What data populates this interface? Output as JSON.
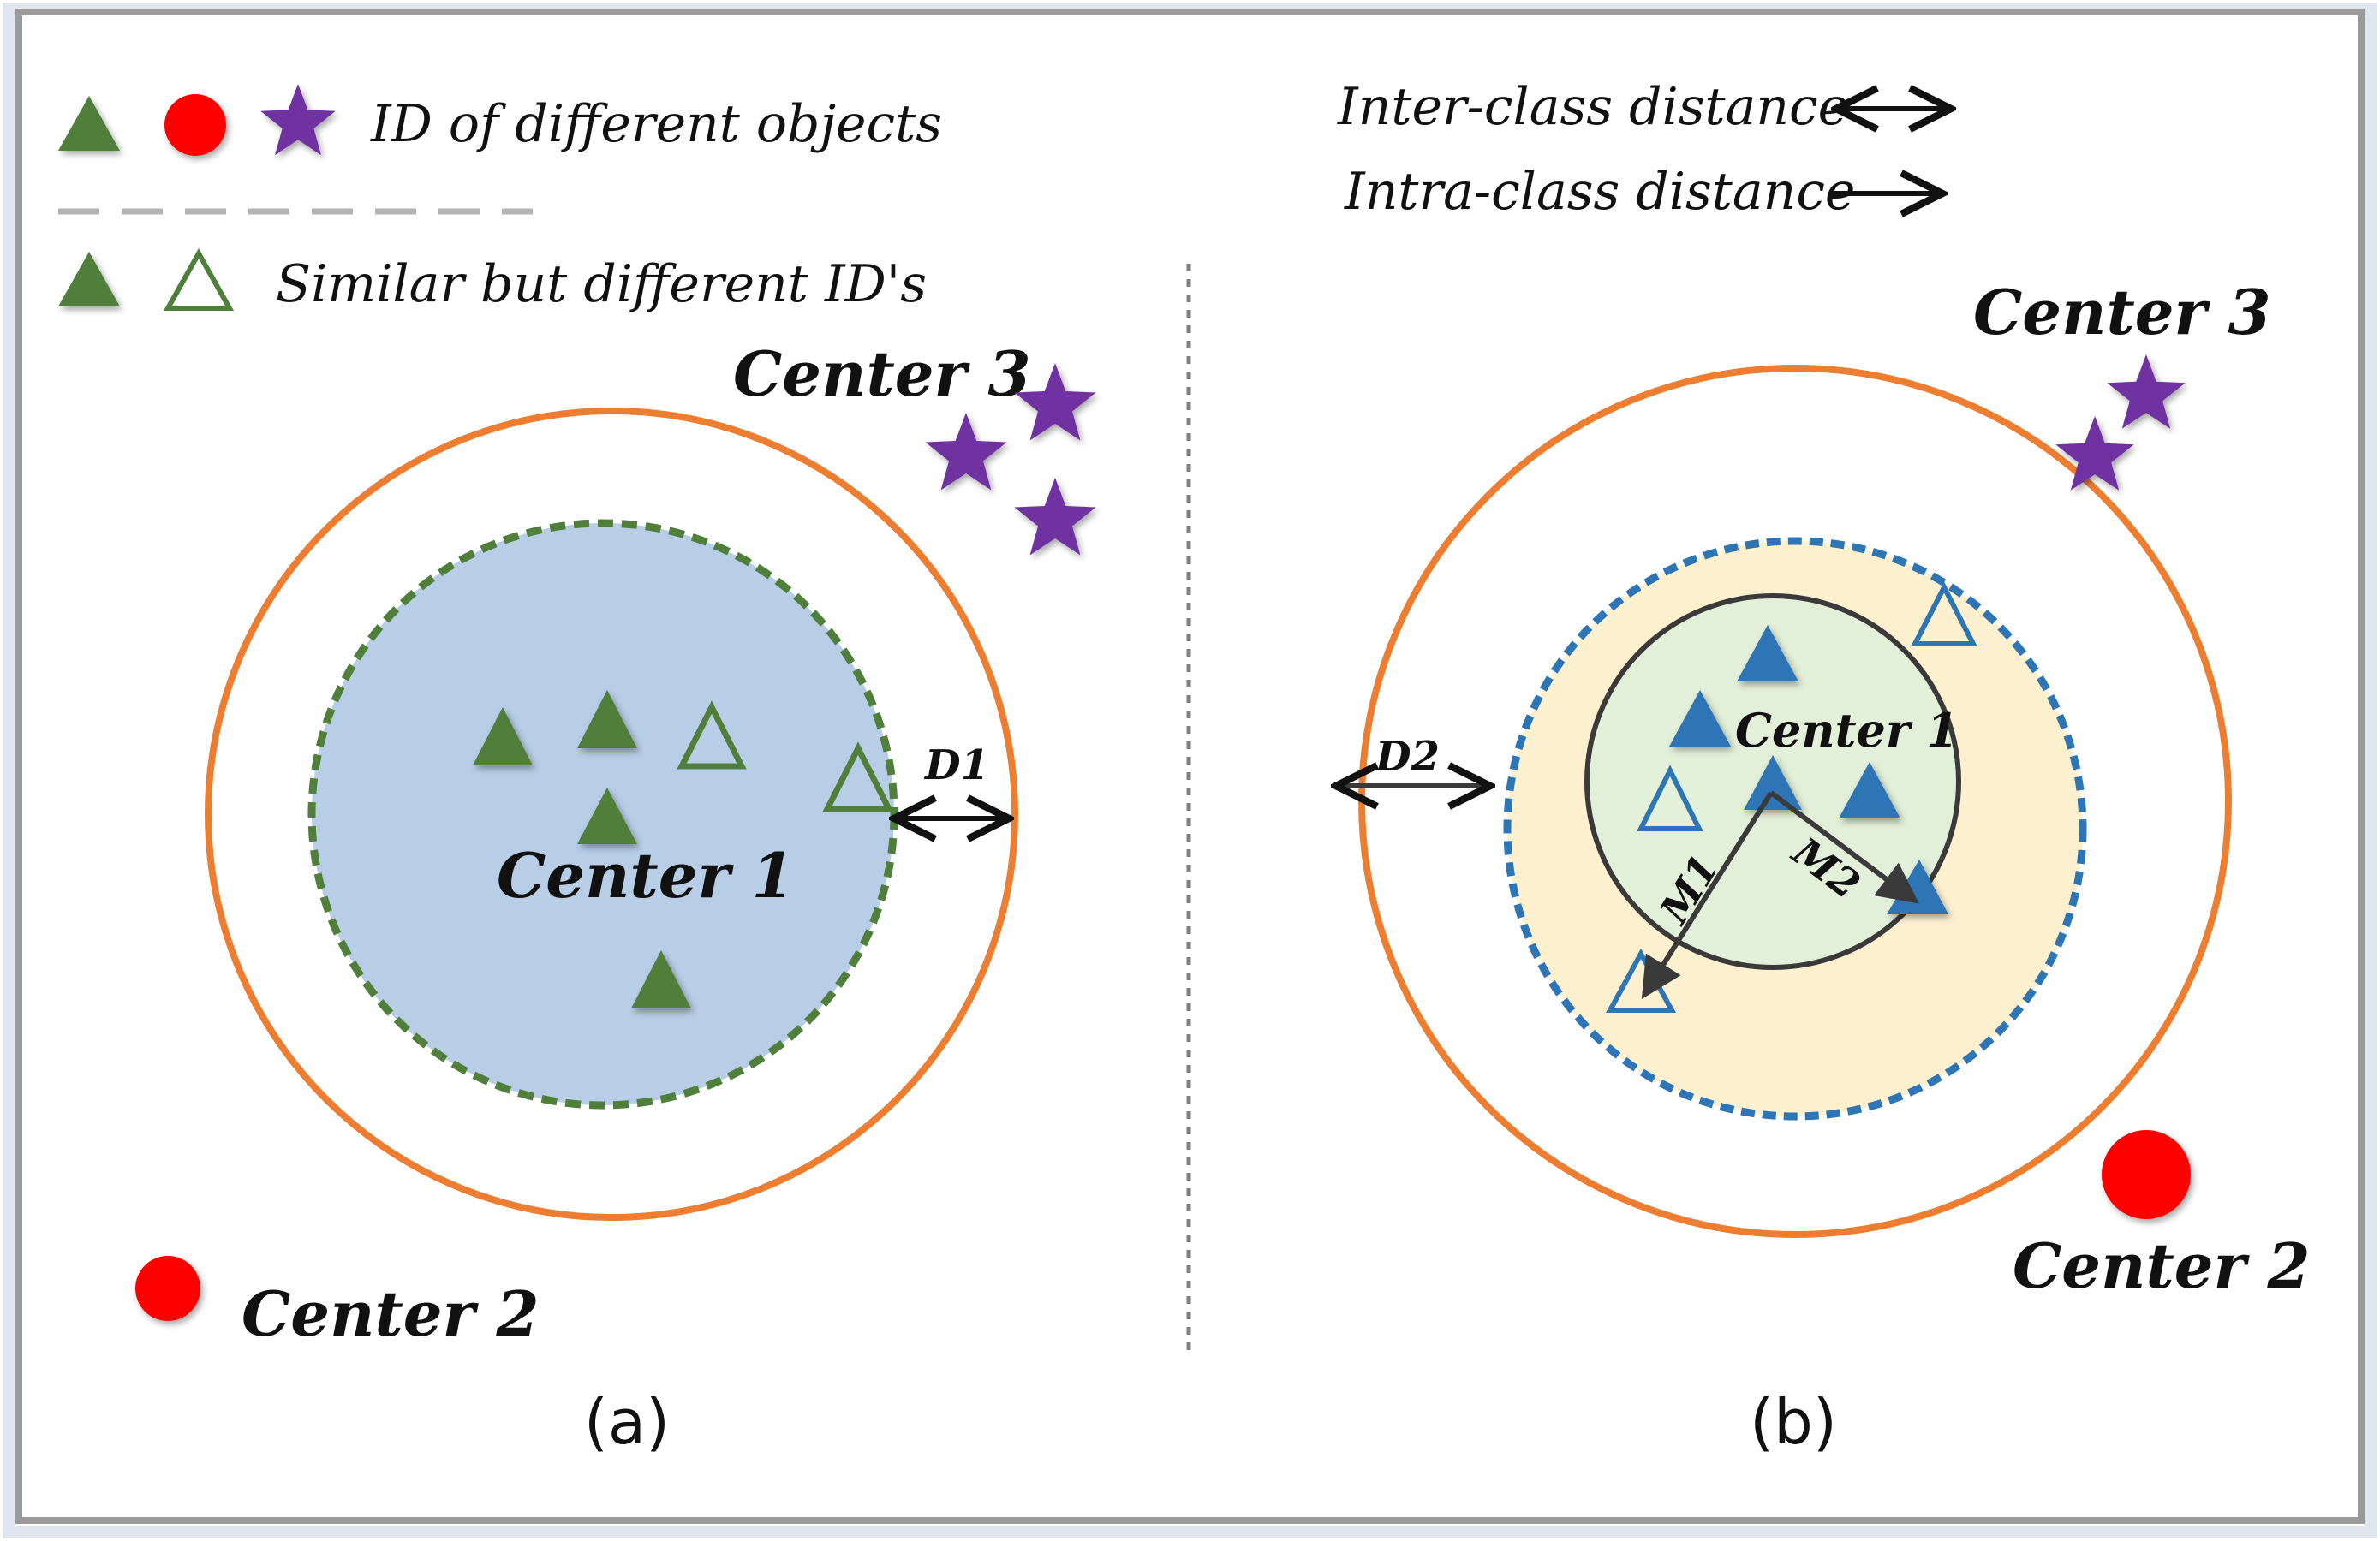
{
  "legend": {
    "id_of_objects": "ID of different objects",
    "similar_ids": "Similar but different ID's",
    "inter_class": "Inter-class distance",
    "intra_class": "Intra-class distance"
  },
  "panel_a": {
    "caption": "(a)",
    "center1": "Center 1",
    "center2": "Center 2",
    "center3": "Center 3",
    "distance_label": "D1"
  },
  "panel_b": {
    "caption": "(b)",
    "center1": "Center 1",
    "center2": "Center 2",
    "center3": "Center 3",
    "distance_label": "D2",
    "m1_label": "M1",
    "m2_label": "M2"
  },
  "colors": {
    "frame": "#9a9a9a",
    "frame_glow": "#dfe6ef",
    "orange_ring": "#ed7d31",
    "green": "#4f7f3a",
    "green_dash": "#4f7f3a",
    "blue_fill_a": "#b8cde6",
    "blue": "#2e75b6",
    "cream": "#fdf0cf",
    "pale_green": "#e2efd9",
    "red": "#ff0000",
    "purple": "#7030a0",
    "gray_divider": "#808080",
    "legend_dash": "#b3b3b3"
  }
}
